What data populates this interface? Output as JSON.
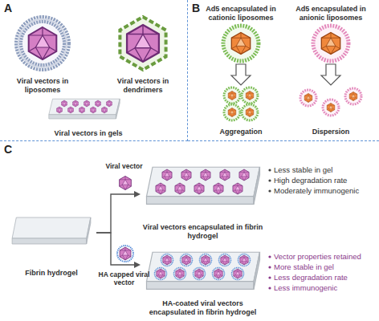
{
  "diagram": {
    "nodes": [
      {
        "text": [
          "A"
        ]
      },
      {
        "text": [
          "Viral vectors in liposomes"
        ],
        "in": 0
      },
      {
        "text": [
          "Viral vectors in dendrimers"
        ],
        "in": 0
      },
      {
        "text": [
          "Viral vectors in gels"
        ],
        "in": 0
      },
      {
        "text": [
          "B"
        ]
      },
      {
        "text": [
          "Ad5 encapsulated in cationic liposomes"
        ],
        "in": 4
      },
      {
        "text": [
          "Ad5 encapsulated in anionic liposomes"
        ],
        "in": 4
      },
      {
        "text": [
          "Aggregation"
        ],
        "in": 4
      },
      {
        "text": [
          "Dispersion"
        ],
        "in": 4
      },
      {
        "text": [
          "C"
        ]
      },
      {
        "text": [
          "Fibrin hydrogel"
        ],
        "in": 9
      },
      {
        "text": [
          "Viral vectors encapsulated in fibrin hydrogel"
        ],
        "in": 9
      },
      {
        "text": [
          "HA-coated viral vectors encapsulated in fibrin hydrogel"
        ],
        "in": 9
      }
    ],
    "edges": [
      {
        "from": 5,
        "to": 7,
        "arrow": "to"
      },
      {
        "from": 6,
        "to": 8,
        "arrow": "to"
      },
      {
        "from": 10,
        "to": 11,
        "label": "Viral vector",
        "arrow": "to"
      },
      {
        "from": 10,
        "to": 12,
        "label": "HA capped viral vector",
        "arrow": "to"
      }
    ],
    "labels": [
      "Less stable in gel",
      "High degradation rate",
      "Moderately immunogenic",
      "Vector properties retained",
      "More stable in gel",
      "Less degradation rate",
      "Less immunogenic"
    ]
  }
}
